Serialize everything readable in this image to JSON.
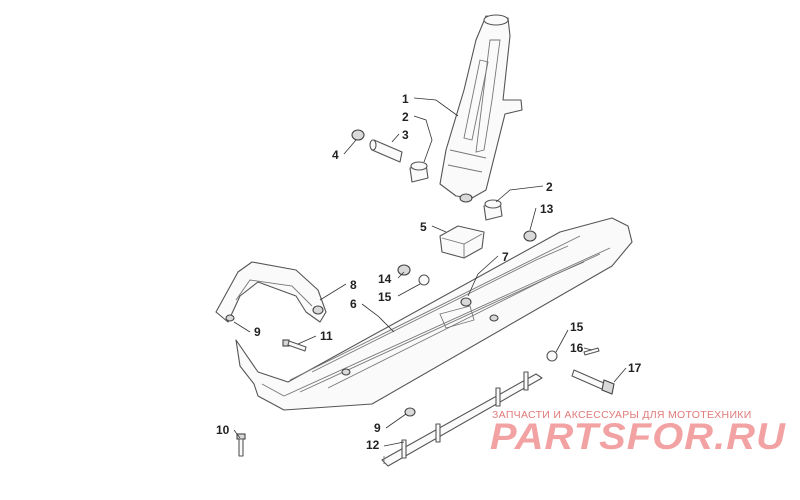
{
  "callouts": [
    {
      "id": "1",
      "label": "1"
    },
    {
      "id": "2a",
      "label": "2"
    },
    {
      "id": "3",
      "label": "3"
    },
    {
      "id": "4",
      "label": "4"
    },
    {
      "id": "2b",
      "label": "2"
    },
    {
      "id": "13",
      "label": "13"
    },
    {
      "id": "5",
      "label": "5"
    },
    {
      "id": "7",
      "label": "7"
    },
    {
      "id": "14",
      "label": "14"
    },
    {
      "id": "15a",
      "label": "15"
    },
    {
      "id": "8",
      "label": "8"
    },
    {
      "id": "6",
      "label": "6"
    },
    {
      "id": "9a",
      "label": "9"
    },
    {
      "id": "11",
      "label": "11"
    },
    {
      "id": "15b",
      "label": "15"
    },
    {
      "id": "16",
      "label": "16"
    },
    {
      "id": "17",
      "label": "17"
    },
    {
      "id": "9b",
      "label": "9"
    },
    {
      "id": "10",
      "label": "10"
    },
    {
      "id": "12",
      "label": "12"
    }
  ],
  "watermark": {
    "subtitle": "ЗАПЧАСТИ И АКСЕССУАРЫ ДЛЯ МОТОТЕХНИКИ",
    "brand": "PARTSFOR.RU"
  }
}
